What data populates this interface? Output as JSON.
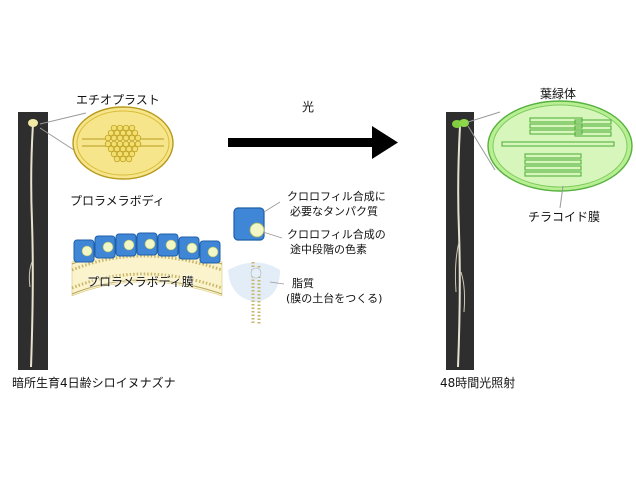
{
  "labels": {
    "etioplast": "エチオプラスト",
    "prolamellar_body": "プロラメラボディ",
    "prolamellar_membrane": "プロラメラボディ膜",
    "light": "光",
    "chloroplast": "葉緑体",
    "thylakoid_membrane": "チラコイド膜",
    "protein_line1": "クロロフィル合成に",
    "protein_line2": "必要なタンパク質",
    "pigment_line1": "クロロフィル合成の",
    "pigment_line2": "途中段階の色素",
    "lipid_line1": "脂質",
    "lipid_line2": "(膜の土台をつくる)",
    "dark_seedling": "暗所生育4日齢シロイヌナズナ",
    "illuminated_seedling": "48時間光照射"
  },
  "colors": {
    "etioplast_yellow": "#f6e58a",
    "chloroplast_green": "#b9ef93",
    "membrane_blue": "#3f86d6",
    "pigment_light": "#f2f7c8",
    "arrow": "#000000"
  }
}
